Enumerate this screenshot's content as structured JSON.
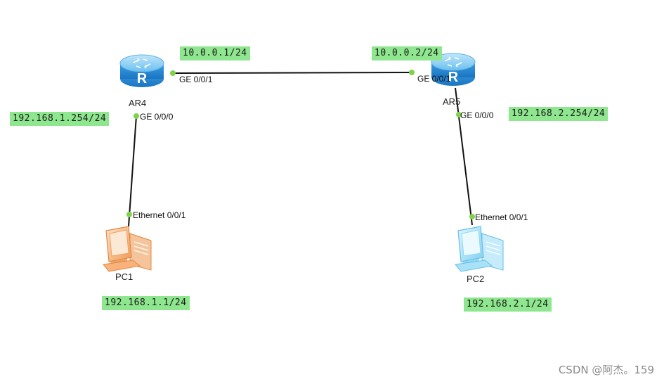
{
  "devices": {
    "ar4": {
      "name": "AR4"
    },
    "ar5": {
      "name": "AR5"
    },
    "pc1": {
      "name": "PC1"
    },
    "pc2": {
      "name": "PC2"
    }
  },
  "ports": {
    "ar4_ge001": "GE 0/0/1",
    "ar4_ge000": "GE 0/0/0",
    "ar5_ge001": "GE 0/0/1",
    "ar5_ge000": "GE 0/0/0",
    "pc1_eth": "Ethernet 0/0/1",
    "pc2_eth": "Ethernet 0/0/1"
  },
  "ips": {
    "ar4_wan": "10.0.0.1/24",
    "ar5_wan": "10.0.0.2/24",
    "ar4_lan": "192.168.1.254/24",
    "ar5_lan": "192.168.2.254/24",
    "pc1": "192.168.1.1/24",
    "pc2": "192.168.2.1/24"
  },
  "colors": {
    "label_bg": "#8ee68e",
    "port_dot": "#7ed348",
    "router_blue": "#4aa8e8",
    "pc1_orange": "#f0a060",
    "pc2_blue": "#8fd8f5"
  },
  "watermark": "CSDN @阿杰。159"
}
